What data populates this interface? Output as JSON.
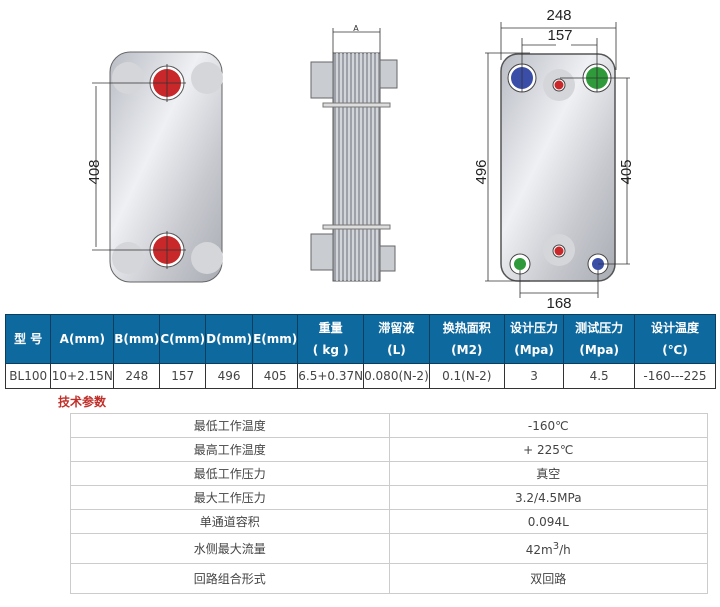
{
  "drawing": {
    "dim_front": "408",
    "dim_side": "A",
    "dim_width": "248",
    "dim_port_spacing": "157",
    "dim_height": "496",
    "dim_port_vertical": "405",
    "dim_bottom": "168"
  },
  "spec_table": {
    "headers": [
      [
        "型 号",
        ""
      ],
      [
        "A(mm)",
        ""
      ],
      [
        "B(mm)",
        ""
      ],
      [
        "C(mm)",
        ""
      ],
      [
        "D(mm)",
        ""
      ],
      [
        "E(mm)",
        ""
      ],
      [
        "重量",
        "( kg )"
      ],
      [
        "滞留液",
        "(L)"
      ],
      [
        "换热面积",
        "(M2)"
      ],
      [
        "设计压力",
        "(Mpa)"
      ],
      [
        "测试压力",
        "(Mpa)"
      ],
      [
        "设计温度",
        "(℃)"
      ]
    ],
    "row": [
      "BL100",
      "10+2.15N",
      "248",
      "157",
      "496",
      "405",
      "6.5+0.37N",
      "0.080(N-2)",
      "0.1(N-2)",
      "3",
      "4.5",
      "-160---225"
    ]
  },
  "section_title": "技术参数",
  "params": [
    {
      "label": "最低工作温度",
      "value": "-160℃"
    },
    {
      "label": "最高工作温度",
      "value": "+ 225℃"
    },
    {
      "label": "最低工作压力",
      "value": "真空"
    },
    {
      "label": "最大工作压力",
      "value": "3.2/4.5MPa"
    },
    {
      "label": "单通道容积",
      "value": "0.094L"
    },
    {
      "label": "水侧最大流量",
      "value": "42m",
      "sup": "3",
      "unit": "/h"
    },
    {
      "label": "回路组合形式",
      "value": "双回路"
    }
  ],
  "colors": {
    "header": "#0e6a9e",
    "section": "#c0302a",
    "red_port": "#c8282a",
    "blue_port": "#3a4ea8",
    "green_port": "#2e9a3a"
  }
}
